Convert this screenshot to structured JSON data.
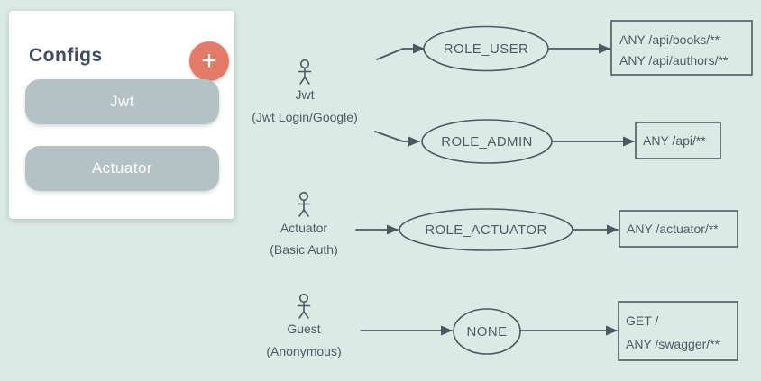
{
  "colors": {
    "background": "#dceae6",
    "card_background": "#ffffff",
    "accent_add_button": "#e27b6a",
    "config_button": "#b4c2c4",
    "diagram_stroke": "#4b5a61",
    "diagram_text": "#4d5c63",
    "title_text": "#3d4b63"
  },
  "sidebar": {
    "title": "Configs",
    "add_button_label": "+",
    "add_button_icon": "plus-icon",
    "configs": [
      {
        "label": "Jwt"
      },
      {
        "label": "Actuator"
      }
    ]
  },
  "diagram": {
    "actors": [
      {
        "icon": "person-icon",
        "name": "Jwt",
        "auth": "(Jwt Login/Google)"
      },
      {
        "icon": "person-icon",
        "name": "Actuator",
        "auth": "(Basic Auth)"
      },
      {
        "icon": "person-icon",
        "name": "Guest",
        "auth": "(Anonymous)"
      }
    ],
    "roles": [
      {
        "label": "ROLE_USER"
      },
      {
        "label": "ROLE_ADMIN"
      },
      {
        "label": "ROLE_ACTUATOR"
      },
      {
        "label": "NONE"
      }
    ],
    "rules": [
      {
        "lines": [
          "ANY /api/books/**",
          "ANY /api/authors/**"
        ]
      },
      {
        "lines": [
          "ANY /api/**"
        ]
      },
      {
        "lines": [
          "ANY /actuator/**"
        ]
      },
      {
        "lines": [
          "GET /",
          "ANY /swagger/**"
        ]
      }
    ]
  }
}
